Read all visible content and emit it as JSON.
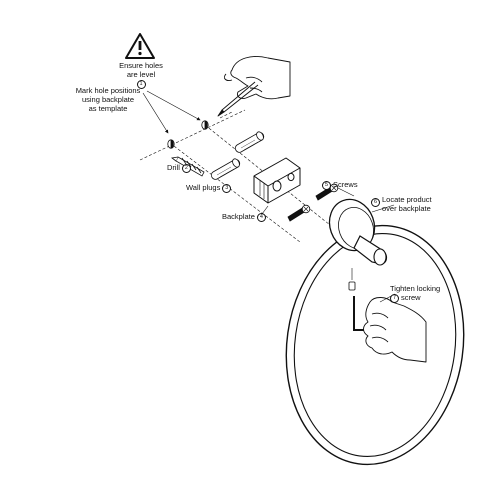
{
  "warning": {
    "icon": "warning-triangle-icon",
    "line1": "Ensure holes",
    "line2": "are level",
    "step": "1"
  },
  "labels": {
    "mark_line1": "Mark hole positions",
    "mark_line2": "using backplate",
    "mark_line3": "as template",
    "drill": "Drill",
    "drill_step": "2",
    "wall_plugs": "Wall plugs",
    "wall_plugs_step": "3",
    "backplate": "Backplate",
    "backplate_step": "4",
    "screws": "Screws",
    "screws_step": "5",
    "locate_line1": "Locate product",
    "locate_line2": "over backplate",
    "locate_step": "6",
    "tighten_line1": "Tighten locking",
    "tighten_line2": "screw",
    "tighten_step": "7"
  },
  "colors": {
    "ink": "#111111",
    "background": "#ffffff"
  }
}
